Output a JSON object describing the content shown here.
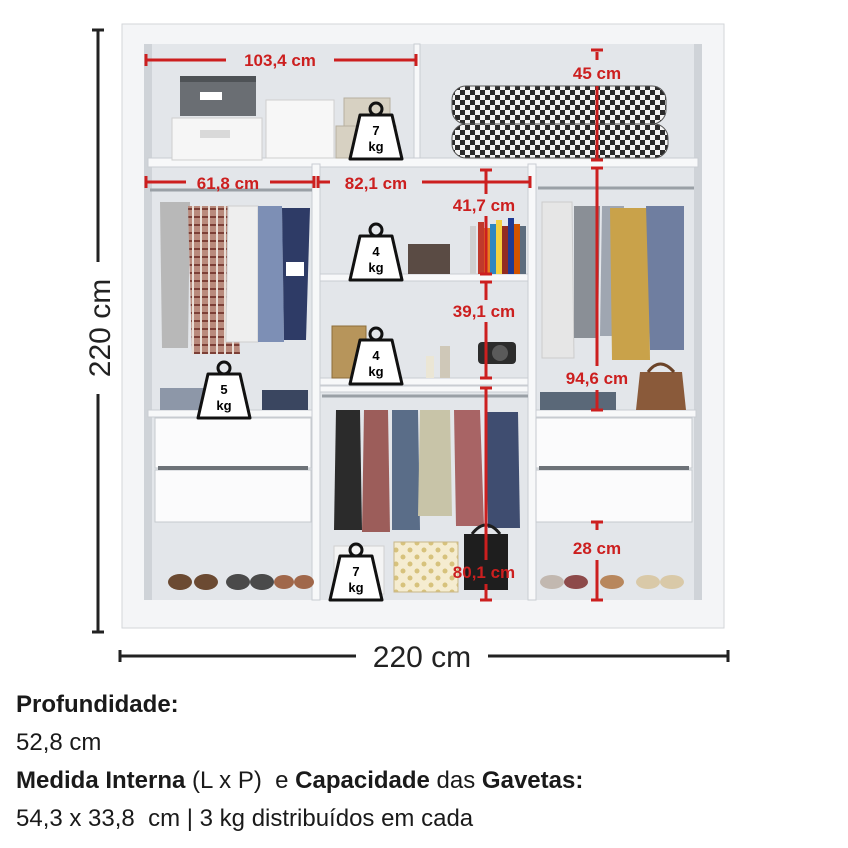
{
  "dimensions": {
    "top_left_width": "103,4 cm",
    "top_right_height": "45 cm",
    "left_section_width": "61,8 cm",
    "middle_section_width": "82,1 cm",
    "middle_shelf1_height": "41,7 cm",
    "middle_shelf2_height": "39,1 cm",
    "right_hanging_height": "94,6 cm",
    "middle_bottom_height": "80,1 cm",
    "right_bottom_height": "28 cm",
    "overall_height": "220 cm",
    "overall_width": "220 cm"
  },
  "weights": {
    "top_box": {
      "value": "7",
      "unit": "kg"
    },
    "middle_shelf_1": {
      "value": "4",
      "unit": "kg"
    },
    "middle_shelf_2": {
      "value": "4",
      "unit": "kg"
    },
    "left_shelf": {
      "value": "5",
      "unit": "kg"
    },
    "bottom_middle": {
      "value": "7",
      "unit": "kg"
    }
  },
  "specs": {
    "depth_label": "Profundidade:",
    "depth_value": "52,8 cm",
    "internal_label_1": "Medida Interna",
    "internal_label_2": " (L x P)  e ",
    "internal_label_3": "Capacidade",
    "internal_label_4": " das ",
    "internal_label_5": "Gavetas:",
    "internal_value": "54,3 x 33,8  cm | 3 kg distribuídos em cada"
  },
  "colors": {
    "dimension_red": "#cc1f1f",
    "frame": "#f2f3f5",
    "interior": "#dde0e4",
    "line_black": "#222222"
  }
}
